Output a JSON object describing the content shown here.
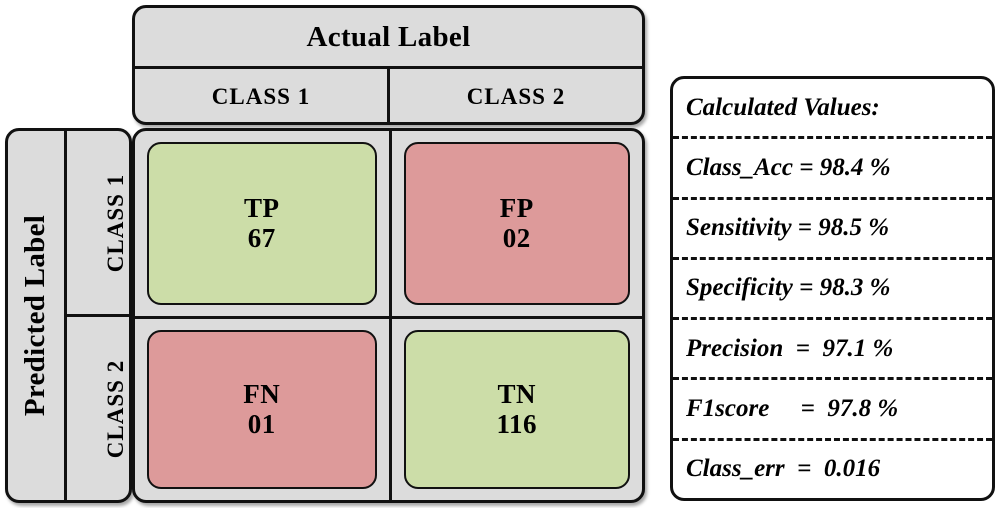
{
  "matrix": {
    "column_header": {
      "title": "Actual Label",
      "classes": [
        "CLASS 1",
        "CLASS 2"
      ]
    },
    "row_header": {
      "title": "Predicted Label",
      "classes": [
        "CLASS 1",
        "CLASS 2"
      ]
    },
    "cells": [
      {
        "label": "TP",
        "value": "67",
        "color": "#ccdda8",
        "tone": "green"
      },
      {
        "label": "FP",
        "value": "02",
        "color": "#dd9a9a",
        "tone": "red"
      },
      {
        "label": "FN",
        "value": "01",
        "color": "#dd9a9a",
        "tone": "red"
      },
      {
        "label": "TN",
        "value": "116",
        "color": "#ccdda8",
        "tone": "green"
      }
    ]
  },
  "calculated": {
    "heading": "Calculated Values:",
    "rows": [
      {
        "name": "Class_Acc",
        "text": "Class_Acc = 98.4 %"
      },
      {
        "name": "Sensitivity",
        "text": "Sensitivity = 98.5 %"
      },
      {
        "name": "Specificity",
        "text": "Specificity = 98.3 %"
      },
      {
        "name": "Precision",
        "text": "Precision  =  97.1 %"
      },
      {
        "name": "F1score",
        "text": "F1score     =  97.8 %"
      },
      {
        "name": "Class_err",
        "text": "Class_err  =  0.016"
      }
    ]
  },
  "chart_data": {
    "type": "table",
    "title": "Confusion Matrix",
    "categories": [
      "CLASS 1",
      "CLASS 2"
    ],
    "x": "Actual Label",
    "ylabel": "Predicted Label",
    "xlabel": "Actual Label",
    "matrix": [
      [
        67,
        2
      ],
      [
        1,
        116
      ]
    ],
    "cell_labels": [
      [
        "TP",
        "FP"
      ],
      [
        "FN",
        "TN"
      ]
    ],
    "metrics": {
      "Class_Acc": 98.4,
      "Sensitivity": 98.5,
      "Specificity": 98.3,
      "Precision": 97.1,
      "F1score": 97.8,
      "Class_err": 0.016
    },
    "metric_units": {
      "Class_Acc": "%",
      "Sensitivity": "%",
      "Specificity": "%",
      "Precision": "%",
      "F1score": "%",
      "Class_err": ""
    },
    "colors": {
      "correct": "#ccdda8",
      "incorrect": "#dd9a9a",
      "header": "#dcdcdc"
    },
    "grid": true,
    "legend": "none"
  }
}
